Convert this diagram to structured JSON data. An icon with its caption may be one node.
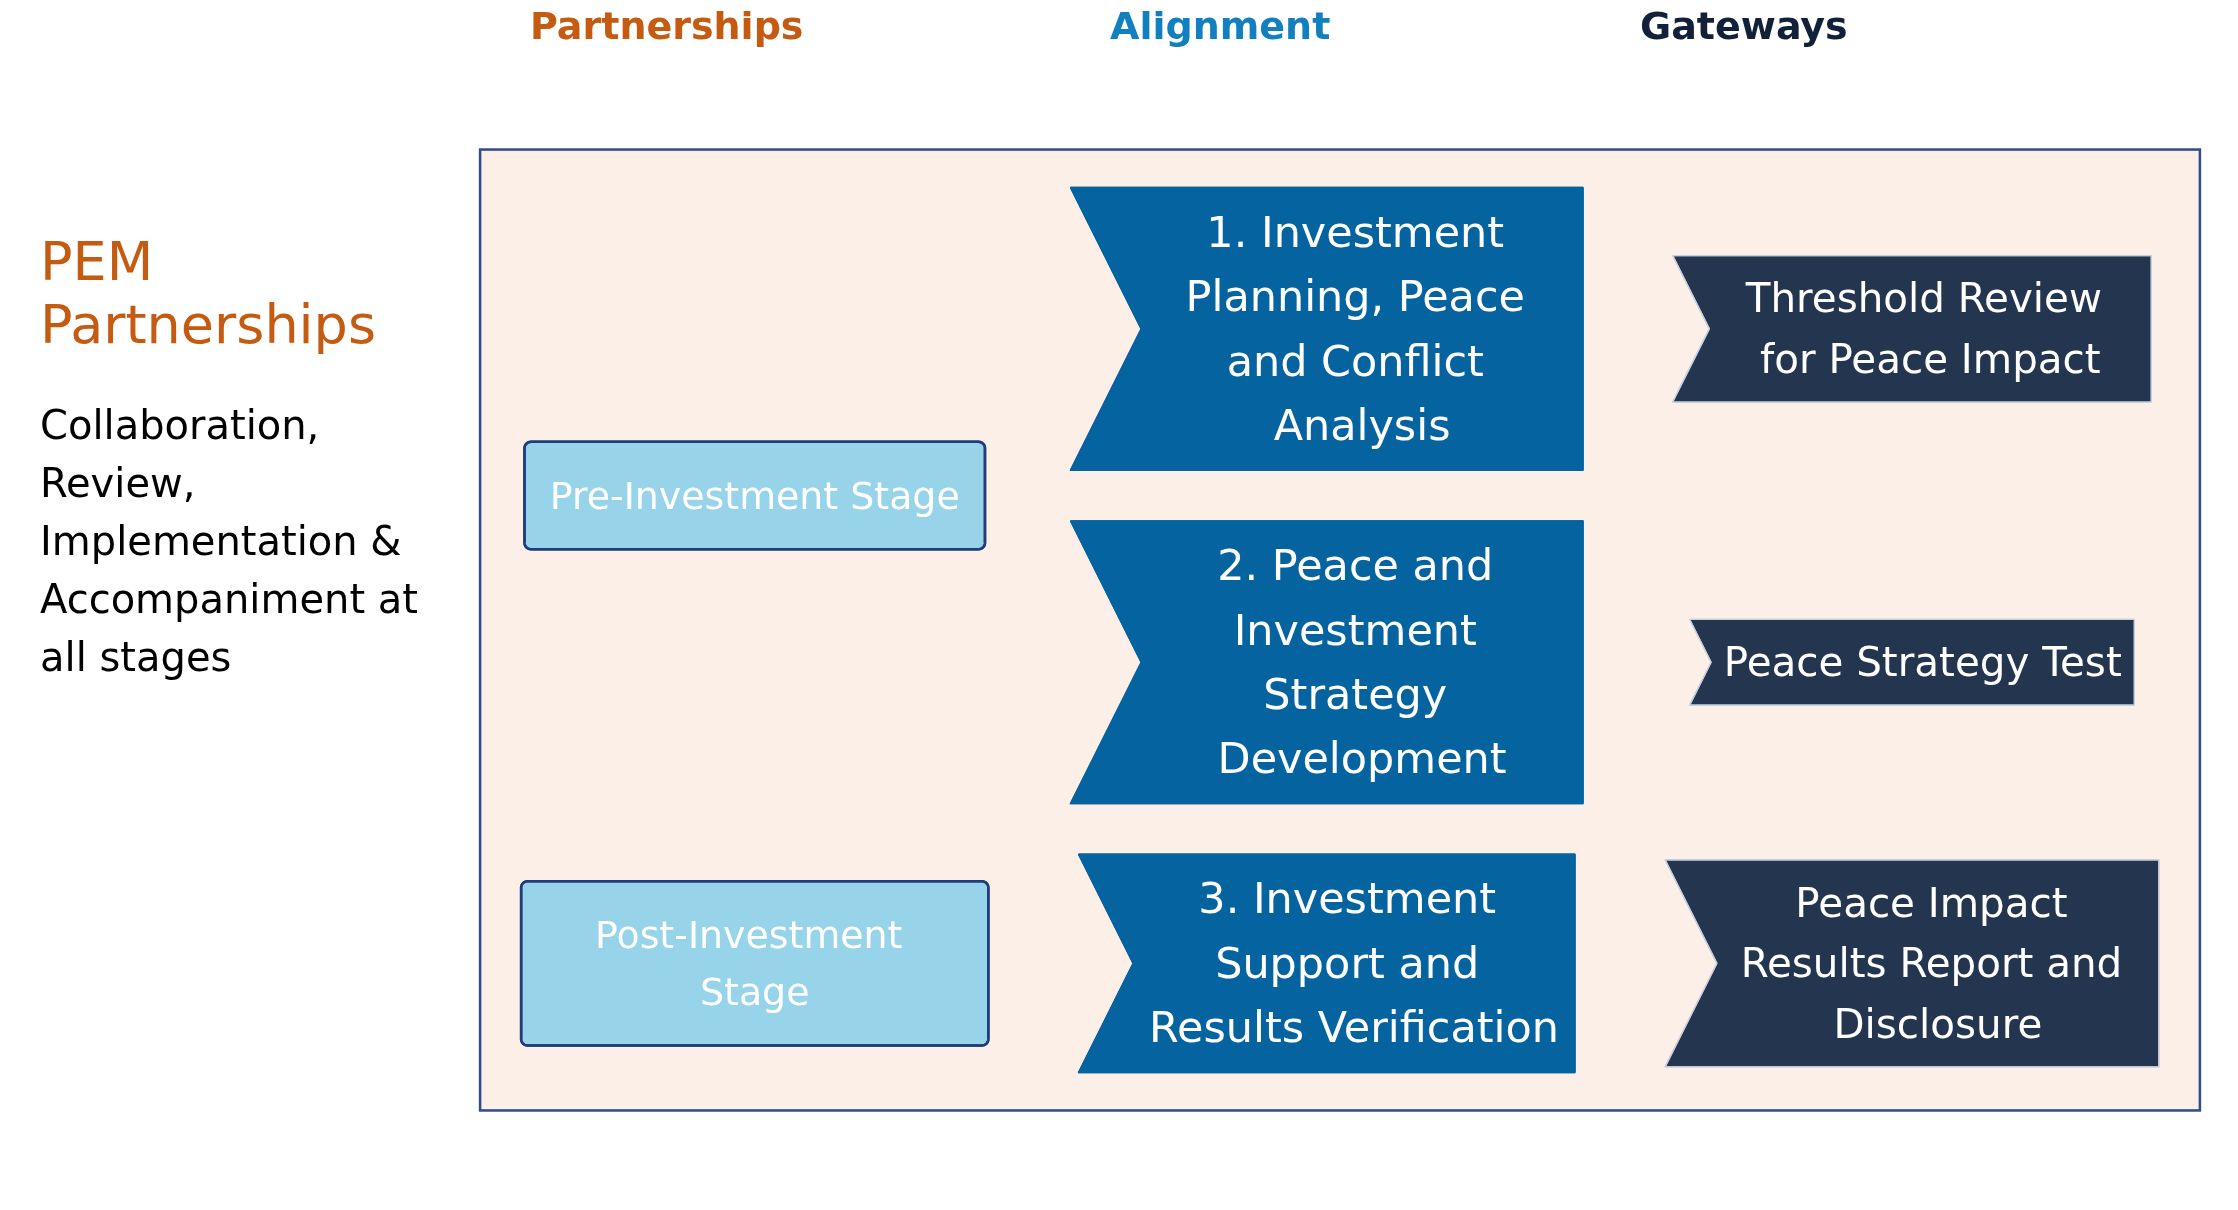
{
  "diagram": {
    "nodes": [
      {
        "text": [],
        "shape": "box"
      },
      {
        "text": [
          "Pre-Investment Stage"
        ],
        "in": 0
      },
      {
        "text": [
          "1. Investment Planning, Peace and Conflict Analysis"
        ],
        "in": 0
      },
      {
        "text": [
          "Threshold Review for Peace Impact"
        ],
        "in": 0
      },
      {
        "text": [
          "2. Peace and Investment Strategy Development"
        ],
        "in": 0
      },
      {
        "text": [
          "Peace Strategy Test"
        ],
        "in": 0
      },
      {
        "text": [
          "Post-Investment Stage"
        ],
        "in": 0
      },
      {
        "text": [
          "3. Investment Support and Results Verification"
        ],
        "in": 0
      },
      {
        "text": [
          "Peace Impact Results Report and Disclosure"
        ],
        "in": 0
      }
    ],
    "labels": [
      "Partnerships",
      "Alignment",
      "Gateways",
      "PEM Partnerships",
      "Collaboration, Review, Implementation & Accompaniment at all stages"
    ]
  }
}
